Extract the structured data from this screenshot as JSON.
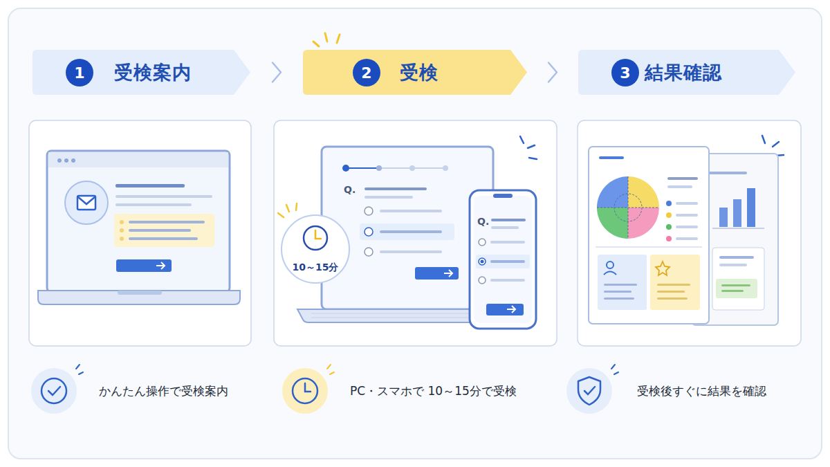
{
  "diagram": {
    "nodes": [
      {
        "text": [
          "受検案内"
        ]
      },
      {
        "text": [
          "1"
        ],
        "in": 0
      },
      {
        "text": [
          "受検"
        ]
      },
      {
        "text": [
          "2"
        ],
        "in": 2
      },
      {
        "text": [
          "結果確認"
        ]
      },
      {
        "text": [
          "3"
        ],
        "in": 4
      },
      {
        "text": [
          "10～15分"
        ]
      }
    ],
    "edges": [
      {
        "from": 0,
        "to": 2,
        "arrow": "to"
      },
      {
        "from": 2,
        "to": 4,
        "arrow": "to"
      }
    ],
    "labels": [
      "Q.",
      "Q.",
      "かんたん操作で受検案内",
      "PC・スマホで 10～15分で受検",
      "受検後すぐに結果を確認"
    ]
  }
}
